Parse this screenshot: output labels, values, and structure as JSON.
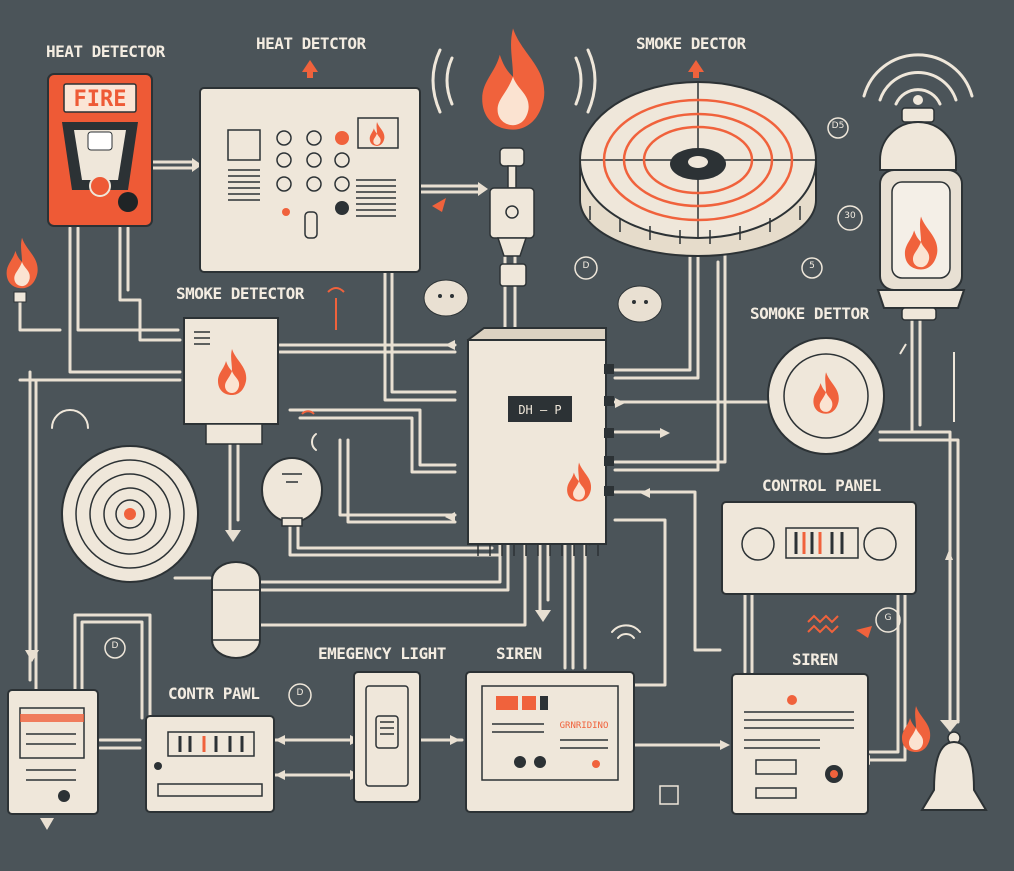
{
  "labels": {
    "heat_detector_1": "HEAT DETECTOR",
    "heat_detector_2": "HEAT DETCTOR",
    "smoke_detector_top": "SMOKE DECTOR",
    "smoke_detector_left": "SMOKE DETECTOR",
    "smoke_detector_right": "SOMOKE DETTOR",
    "control_panel_right": "CONTROL PANEL",
    "control_panel_left": "CONTR PAWL",
    "emergency_light": "EMEGENCY LIGHT",
    "siren_center": "SIREN",
    "siren_right": "SIREN"
  },
  "devices": {
    "fire_alarm_text": "FIRE",
    "main_display": "DH — P",
    "siren_panel_text": "GRNRIDINO"
  },
  "bubbles": {
    "b1": "D5",
    "b2": "30",
    "b3": "D",
    "b4": "5",
    "b5": "D",
    "b6": "D",
    "b7": "G"
  },
  "colors": {
    "background": "#4b5459",
    "cream": "#efe7da",
    "line": "#2c3235",
    "accent": "#f0623c"
  }
}
